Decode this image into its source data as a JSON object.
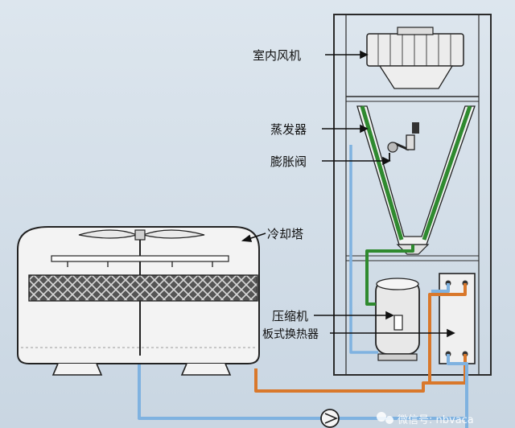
{
  "labels": {
    "indoor_fan": "室内风机",
    "evaporator": "蒸发器",
    "expansion_valve": "膨胀阀",
    "cooling_tower": "冷却塔",
    "compressor": "压缩机",
    "plate_heat_exchanger": "板式换热器"
  },
  "watermark": {
    "text": "微信号: nbvaca"
  },
  "colors": {
    "background": "#d9e3ec",
    "refrigerant_pipe": "#2f8a2f",
    "cooling_water_supply": "#d9782b",
    "cooling_water_return": "#7fb2e0",
    "cabinet_outline": "#2b2b2b"
  }
}
